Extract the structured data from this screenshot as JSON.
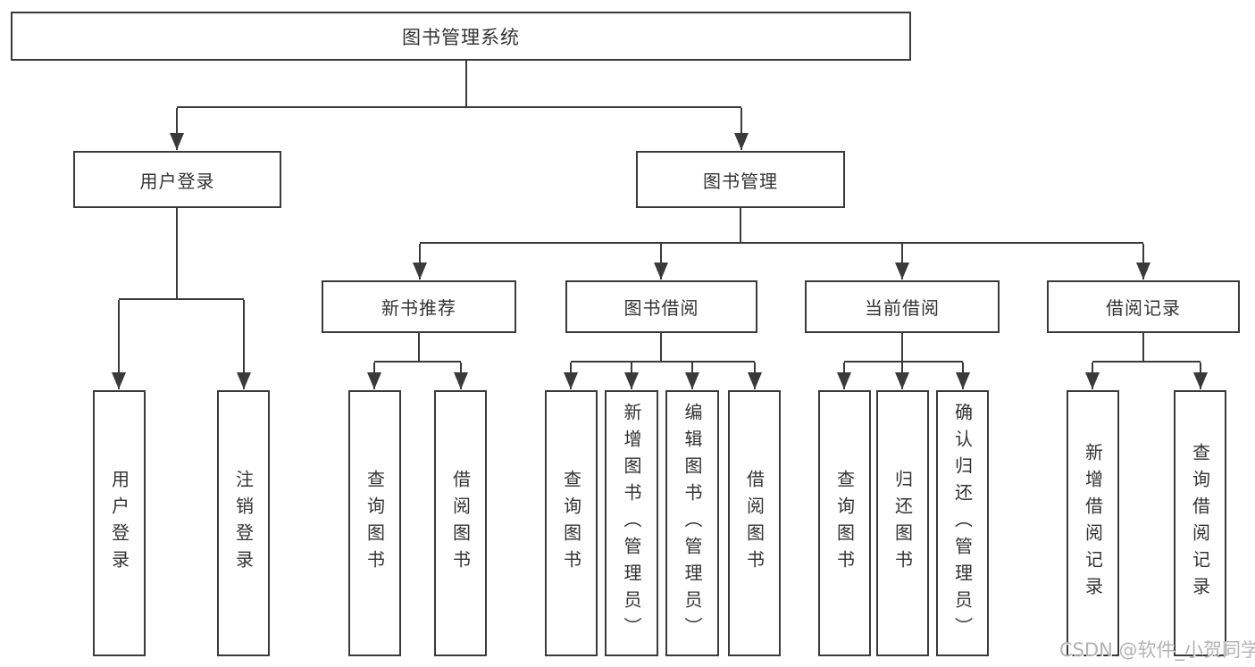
{
  "diagram": {
    "root": {
      "label": "图书管理系统"
    },
    "branches": [
      {
        "label": "用户登录",
        "children": [
          "用户登录",
          "注销登录"
        ]
      },
      {
        "label": "图书管理",
        "groups": [
          {
            "label": "新书推荐",
            "children": [
              "查询图书",
              "借阅图书"
            ]
          },
          {
            "label": "图书借阅",
            "children": [
              "查询图书",
              "新增图书（管理员）",
              "编辑图书（管理员）",
              "借阅图书"
            ]
          },
          {
            "label": "当前借阅",
            "children": [
              "查询图书",
              "归还图书",
              "确认归还（管理员）"
            ]
          },
          {
            "label": "借阅记录",
            "children": [
              "新增借阅记录",
              "查询借阅记录"
            ]
          }
        ]
      }
    ]
  },
  "colors": {
    "line": "#3a3a3a",
    "text": "#333333",
    "watermark_text": "#b3b3b3"
  },
  "watermark": "CSDN @软件_小贺同学"
}
